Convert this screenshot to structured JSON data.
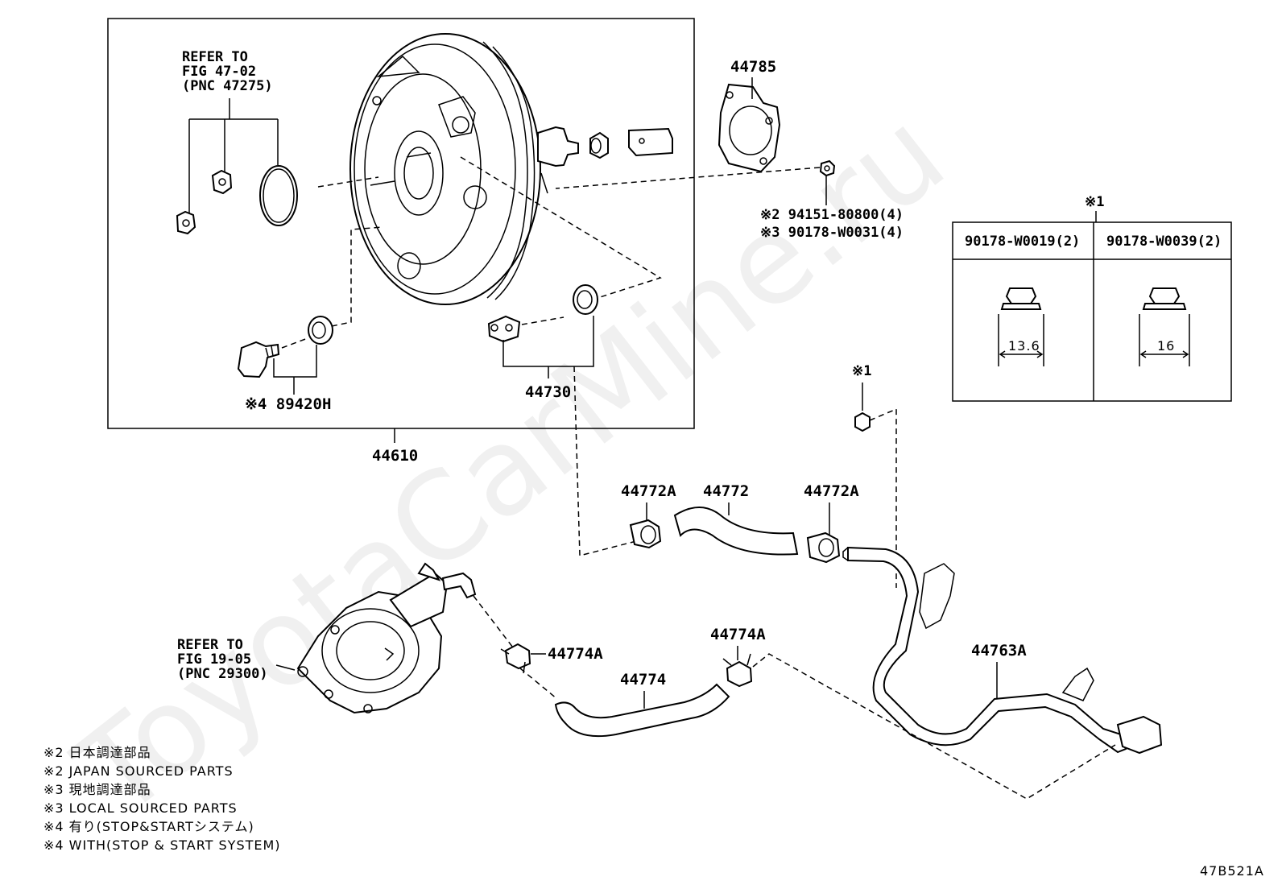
{
  "watermark": "ToyotaCarMine.ru",
  "diagram_code": "47B521A",
  "booster_assembly": {
    "part_number": "44610",
    "refer_note": [
      "REFER TO",
      "FIG 47-02",
      "(PNC 47275)"
    ],
    "gasket_part": "44785",
    "nut_parts": [
      "※2 94151-80800(4)",
      "※3 90178-W0031(4)"
    ],
    "check_valve_part": "44730",
    "sensor_part": "※4 89420H"
  },
  "hoses": {
    "clamp_a_left": "44772A",
    "hose_upper": "44772",
    "clamp_a_right": "44772A",
    "clamp_b_left": "44774A",
    "clamp_b_right": "44774A",
    "hose_lower": "44774",
    "pipe": "44763A"
  },
  "vacuum_pump_refer": [
    "REFER TO",
    "FIG 19-05",
    "(PNC 29300)"
  ],
  "ref_mark": "※1",
  "bolt_table": {
    "mark": "※1",
    "columns": [
      {
        "part": "90178-W0019(2)",
        "dimension": "13.6"
      },
      {
        "part": "90178-W0039(2)",
        "dimension": "16"
      }
    ]
  },
  "notes": [
    "※2 日本調達部品",
    "※2 JAPAN SOURCED PARTS",
    "※3 現地調達部品",
    "※3 LOCAL SOURCED PARTS",
    "※4 有り(STOP&STARTシステム)",
    "※4 WITH(STOP & START SYSTEM)"
  ]
}
